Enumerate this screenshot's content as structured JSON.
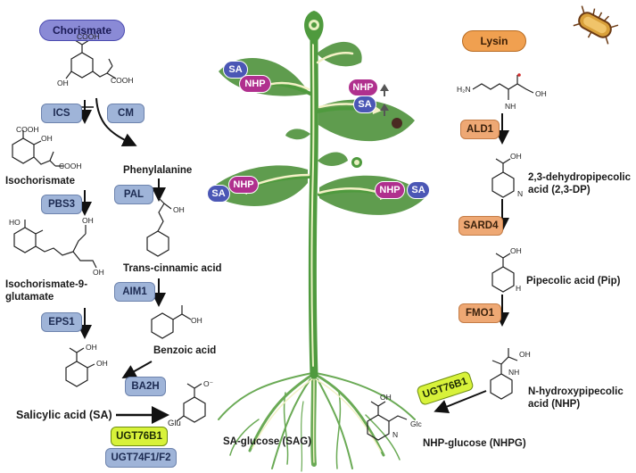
{
  "sources": {
    "chorismate": "Chorismate",
    "lysin": "Lysin"
  },
  "compounds": {
    "isochorismate": "Isochorismate",
    "isochorismate_9_glutamate_line1": "Isochorismate-9-",
    "isochorismate_9_glutamate_line2": "glutamate",
    "phenylalanine": "Phenylalanine",
    "trans_cinnamic_acid": "Trans-cinnamic acid",
    "benzoic_acid": "Benzoic acid",
    "salicylic_acid": "Salicylic acid (SA)",
    "sa_glucose": "SA-glucose (SAG)",
    "dehydropipecolic_line1": "2,3-dehydropipecolic",
    "dehydropipecolic_line2": "acid (2,3-DP)",
    "pipecolic_acid": "Pipecolic acid (Pip)",
    "nhp_line1": "N-hydroxypipecolic",
    "nhp_line2": "acid (NHP)",
    "nhp_glucose": "NHP-glucose (NHPG)"
  },
  "enzymes": {
    "ics": "ICS",
    "cm": "CM",
    "pbs3": "PBS3",
    "pal": "PAL",
    "aim1": "AIM1",
    "eps1": "EPS1",
    "ba2h": "BA2H",
    "ugt76b1_sa": "UGT76B1",
    "ugt74f1_f2": "UGT74F1/F2",
    "ald1": "ALD1",
    "sard4": "SARD4",
    "fmo1": "FMO1",
    "ugt76b1_nhp": "UGT76B1"
  },
  "plant_labels": {
    "sa": "SA",
    "nhp": "NHP"
  },
  "structure_labels": {
    "cooh": "COOH",
    "oh": "OH",
    "o": "O",
    "nh": "N",
    "h": "H",
    "nh2": "NH",
    "h2n": "H₂N",
    "glu": "Glu",
    "glc": "Glc",
    "o_minus": "O⁻",
    "ho": "HO",
    "sub2": "2"
  },
  "colors": {
    "enzyme_blue": "#9fb4d8",
    "enzyme_orange": "#eea874",
    "enzyme_yellow": "#d8f23a",
    "sa_pill": "#4b57b5",
    "nhp_pill": "#b0308e",
    "stem": "#4f9a3e",
    "leaf": "#5f9c4e",
    "oxygen": "#d12a2a"
  },
  "icons": [
    "bacterium-icon",
    "up-arrow-icon",
    "pathogen-spot-icon"
  ]
}
